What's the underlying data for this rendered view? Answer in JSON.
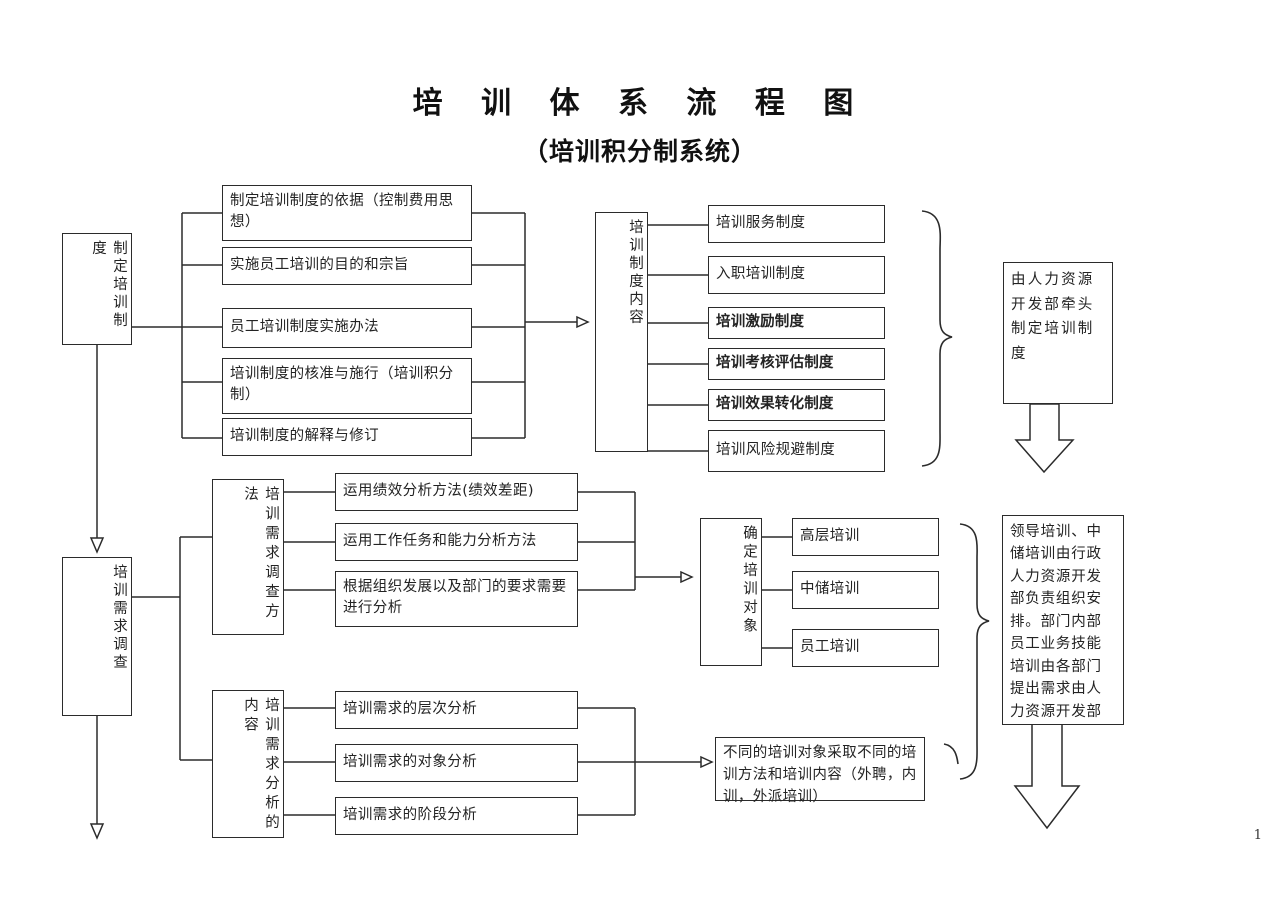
{
  "document": {
    "title_main": "培 训 体 系 流 程 图",
    "title_sub": "（培训积分制系统）",
    "page_number": "1"
  },
  "flow": {
    "stage1": {
      "root": "制定培训制度",
      "sub_items": [
        "制定培训制度的依据（控制费用思想）",
        "实施员工培训的目的和宗旨",
        "员工培训制度实施办法",
        "培训制度的核准与施行（培训积分制）",
        "培训制度的解释与修订"
      ],
      "hub": "培训制度内容",
      "policies": [
        {
          "label": "培训服务制度",
          "bold": false
        },
        {
          "label": "入职培训制度",
          "bold": false
        },
        {
          "label": "培训激励制度",
          "bold": true
        },
        {
          "label": "培训考核评估制度",
          "bold": true
        },
        {
          "label": "培训效果转化制度",
          "bold": true
        },
        {
          "label": "培训风险规避制度",
          "bold": false
        }
      ],
      "note": "由人力资源开发部牵头制定培训制度"
    },
    "stage2": {
      "root": "培训需求调查",
      "method_group": "培训需求调查方法",
      "methods": [
        "运用绩效分析方法(绩效差距)",
        "运用工作任务和能力分析方法",
        "根据组织发展以及部门的要求需要进行分析"
      ],
      "content_group": "培训需求分析的内容",
      "contents": [
        "培训需求的层次分析",
        "培训需求的对象分析",
        "培训需求的阶段分析"
      ],
      "target_hub": "确定培训对象",
      "targets": [
        "高层培训",
        "中储培训",
        "员工培训"
      ],
      "method_note": "不同的培训对象采取不同的培训方法和培训内容（外聘，内训，外派培训）",
      "responsibility_note": "领导培训、中储培训由行政人力资源开发部负责组织安排。部门内部员工业务技能培训由各部门提出需求由人力资源开发部"
    }
  },
  "colors": {
    "stroke": "#2b2b2b",
    "text": "#232323",
    "background": "#ffffff"
  }
}
